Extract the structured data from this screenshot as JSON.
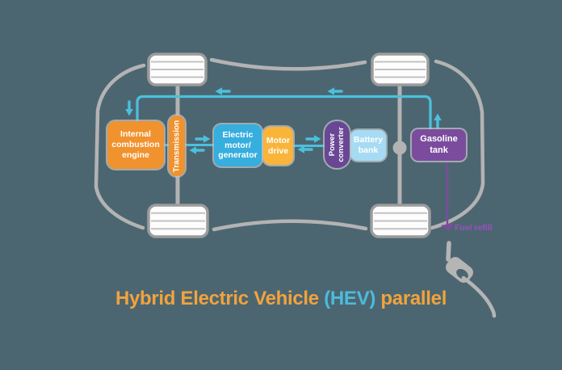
{
  "title": {
    "prefix": "Hybrid Electric Vehicle ",
    "highlight": "(HEV)",
    "suffix": " parallel"
  },
  "components": {
    "internal_combustion_engine": "Internal combustion engine",
    "transmission": "Transmission",
    "electric_motor_generator": "Electric motor/ generator",
    "motor_drive": "Motor drive",
    "power_converter": "Power converter",
    "battery_bank": "Battery bank",
    "gasoline_tank": "Gasoline tank"
  },
  "labels": {
    "fuel_refill": "Fuel refill"
  },
  "colors": {
    "background": "#4C6671",
    "engine_orange": "#F0922E",
    "motor_drive_orange": "#F9B43A",
    "electric_motor_blue": "#36AEDE",
    "battery_light_blue": "#A6DBF3",
    "power_converter_purple": "#6A4795",
    "gasoline_tank_purple": "#7B4C9E",
    "flow_line_cyan": "#4BC0DD",
    "car_outline_gray": "#B3B3B3",
    "title_orange": "#F2A33C",
    "title_cyan": "#4CBBDB",
    "fuel_refill_purple": "#9D4EC2"
  }
}
